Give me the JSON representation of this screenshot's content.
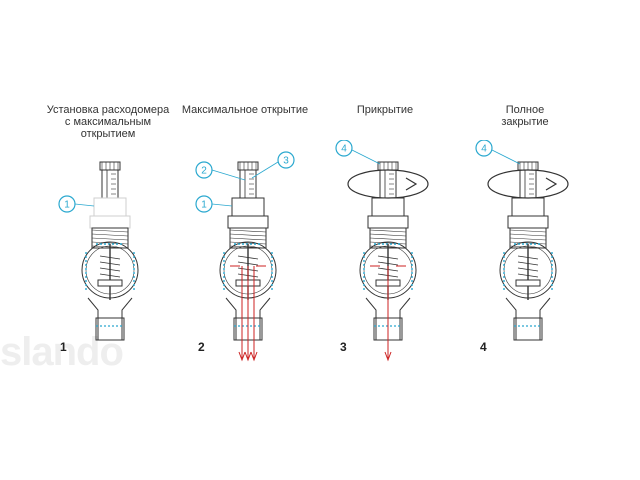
{
  "watermark": "slando",
  "steps": [
    {
      "number": "1",
      "caption": [
        "Установка расходомера",
        "с максимальным",
        "открытием"
      ],
      "callouts": [
        "1"
      ]
    },
    {
      "number": "2",
      "caption": [
        "Максимальное открытие"
      ],
      "callouts": [
        "2",
        "3",
        "1"
      ]
    },
    {
      "number": "3",
      "caption": [
        "Прикрытие"
      ],
      "callouts": [
        "4"
      ]
    },
    {
      "number": "4",
      "caption": [
        "Полное",
        "закрытие"
      ],
      "callouts": [
        "4"
      ]
    }
  ],
  "colors": {
    "accent": "#2aa8cf",
    "flow": "#cc2222",
    "line": "#333333",
    "gray": "#cfcfcf"
  }
}
